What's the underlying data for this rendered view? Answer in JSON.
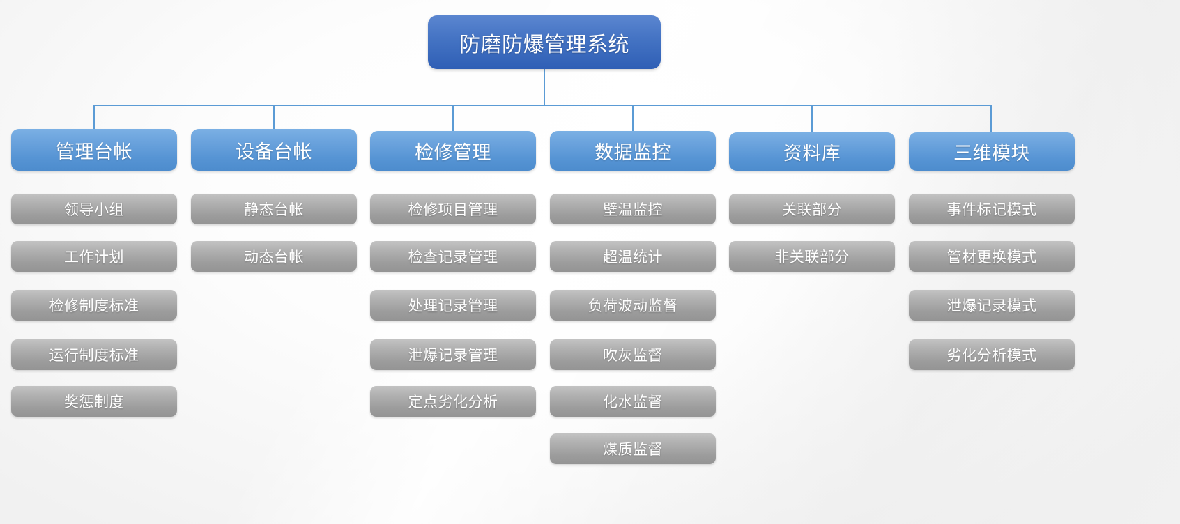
{
  "diagram": {
    "type": "organization-chart",
    "title": "防磨防爆管理系统",
    "colors": {
      "root_fill": "#4574c4",
      "branch_fill": "#5f9cd8",
      "leaf_fill": "#a6a6a6",
      "connector": "#5b9bd5",
      "text": "#ffffff",
      "background": "#f7f7f7"
    },
    "root": {
      "label": "防磨防爆管理系统"
    },
    "branches": [
      {
        "id": "management-ledger",
        "label": "管理台帐",
        "children": [
          {
            "label": "领导小组"
          },
          {
            "label": "工作计划"
          },
          {
            "label": "检修制度标准"
          },
          {
            "label": "运行制度标准"
          },
          {
            "label": "奖惩制度"
          }
        ]
      },
      {
        "id": "equipment-ledger",
        "label": "设备台帐",
        "children": [
          {
            "label": "静态台帐"
          },
          {
            "label": "动态台帐"
          }
        ]
      },
      {
        "id": "overhaul-management",
        "label": "检修管理",
        "children": [
          {
            "label": "检修项目管理"
          },
          {
            "label": "检查记录管理"
          },
          {
            "label": "处理记录管理"
          },
          {
            "label": "泄爆记录管理"
          },
          {
            "label": "定点劣化分析"
          }
        ]
      },
      {
        "id": "data-monitoring",
        "label": "数据监控",
        "children": [
          {
            "label": "壁温监控"
          },
          {
            "label": "超温统计"
          },
          {
            "label": "负荷波动监督"
          },
          {
            "label": "吹灰监督"
          },
          {
            "label": "化水监督"
          },
          {
            "label": "煤质监督"
          }
        ]
      },
      {
        "id": "data-repository",
        "label": "资料库",
        "children": [
          {
            "label": "关联部分"
          },
          {
            "label": "非关联部分"
          }
        ]
      },
      {
        "id": "three-d-module",
        "label": "三维模块",
        "children": [
          {
            "label": "事件标记模式"
          },
          {
            "label": "管材更换模式"
          },
          {
            "label": "泄爆记录模式"
          },
          {
            "label": "劣化分析模式"
          }
        ]
      }
    ]
  }
}
